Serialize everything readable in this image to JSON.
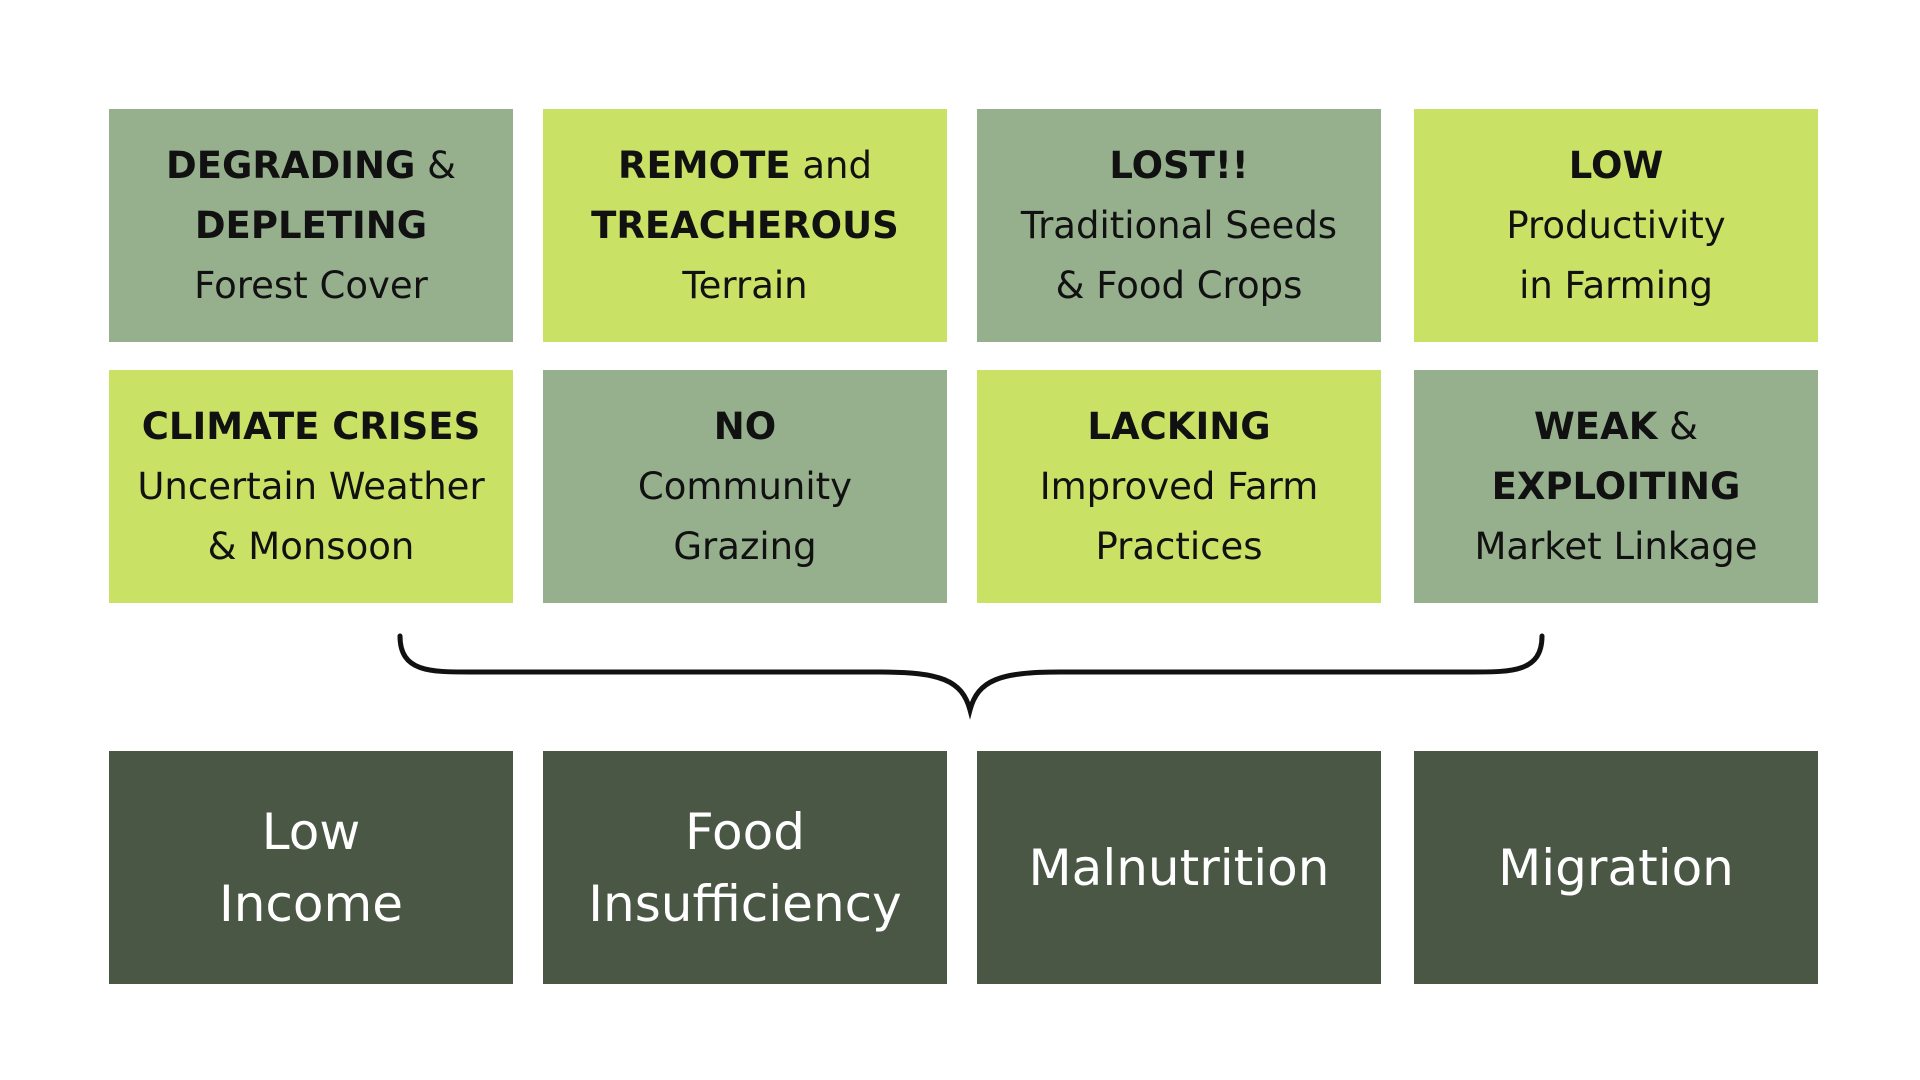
{
  "colors": {
    "sage": "#96b08e",
    "lime": "#c9e265",
    "dark": "#4a5745",
    "brace": "#111111"
  },
  "causes": [
    {
      "color": "sage",
      "lines": [
        [
          {
            "t": "DEGRADING",
            "b": true
          },
          {
            "t": " &",
            "b": false
          }
        ],
        [
          {
            "t": "DEPLETING",
            "b": true
          }
        ],
        [
          {
            "t": "Forest Cover",
            "b": false
          }
        ]
      ]
    },
    {
      "color": "lime",
      "lines": [
        [
          {
            "t": "REMOTE",
            "b": true
          },
          {
            "t": " and",
            "b": false
          }
        ],
        [
          {
            "t": "TREACHEROUS",
            "b": true
          }
        ],
        [
          {
            "t": "Terrain",
            "b": false
          }
        ]
      ]
    },
    {
      "color": "sage",
      "lines": [
        [
          {
            "t": "LOST!!",
            "b": true
          }
        ],
        [
          {
            "t": "Traditional Seeds",
            "b": false
          }
        ],
        [
          {
            "t": "& Food Crops",
            "b": false
          }
        ]
      ]
    },
    {
      "color": "lime",
      "lines": [
        [
          {
            "t": "LOW",
            "b": true
          }
        ],
        [
          {
            "t": "Productivity",
            "b": false
          }
        ],
        [
          {
            "t": "in Farming",
            "b": false
          }
        ]
      ]
    },
    {
      "color": "lime",
      "lines": [
        [
          {
            "t": "CLIMATE CRISES",
            "b": true
          }
        ],
        [
          {
            "t": "Uncertain Weather",
            "b": false
          }
        ],
        [
          {
            "t": "& Monsoon",
            "b": false
          }
        ]
      ]
    },
    {
      "color": "sage",
      "lines": [
        [
          {
            "t": "NO",
            "b": true
          }
        ],
        [
          {
            "t": "Community",
            "b": false
          }
        ],
        [
          {
            "t": "Grazing",
            "b": false
          }
        ]
      ]
    },
    {
      "color": "lime",
      "lines": [
        [
          {
            "t": "LACKING",
            "b": true
          }
        ],
        [
          {
            "t": "Improved Farm",
            "b": false
          }
        ],
        [
          {
            "t": "Practices",
            "b": false
          }
        ]
      ]
    },
    {
      "color": "sage",
      "lines": [
        [
          {
            "t": "WEAK",
            "b": true
          },
          {
            "t": " &",
            "b": false
          }
        ],
        [
          {
            "t": "EXPLOITING",
            "b": true
          }
        ],
        [
          {
            "t": "Market Linkage",
            "b": false
          }
        ]
      ]
    }
  ],
  "outcomes": [
    {
      "lines": [
        "Low",
        "Income"
      ]
    },
    {
      "lines": [
        "Food",
        "Insufficiency"
      ]
    },
    {
      "lines": [
        "Malnutrition"
      ]
    },
    {
      "lines": [
        "Migration"
      ]
    }
  ]
}
